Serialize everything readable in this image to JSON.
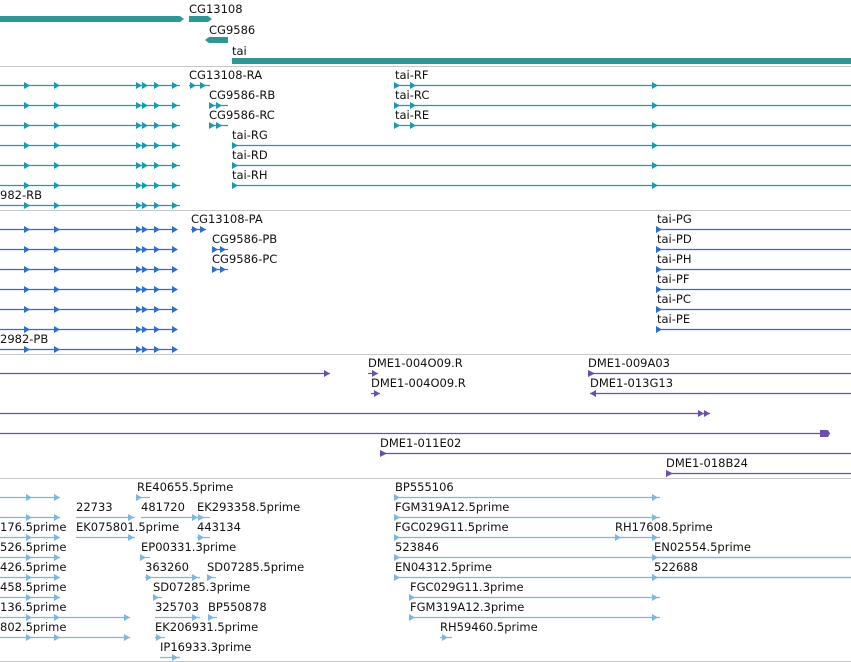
{
  "colors": {
    "gene": "#2f9696",
    "transcript": "#1a99b0",
    "cds": "#2e6fc7",
    "clone": "#6a4fb0",
    "est": "#7fb6dc"
  },
  "tracks": [
    {
      "id": "genes",
      "color": "#2f9696",
      "features": [
        {
          "label": "",
          "line": [
            0,
            180
          ],
          "arrow": "right",
          "thick": true
        },
        {
          "label": "CG13108",
          "line": [
            189,
            208
          ],
          "arrow": "right",
          "thick": true
        },
        {
          "label": "CG9586",
          "line": [
            209,
            228
          ],
          "arrow": "left",
          "thick": true
        },
        {
          "label": "tai",
          "line": [
            232,
            851
          ],
          "arrow": "none",
          "thick": true
        }
      ]
    },
    {
      "id": "transcripts",
      "color": "#1a99b0",
      "features": [
        {
          "label": "",
          "line": [
            0,
            180
          ],
          "marks": [
            28,
            58,
            140,
            146,
            158,
            176
          ]
        },
        {
          "label": "CG13108-RA",
          "line": [
            189,
            210
          ],
          "marks": [
            194,
            204
          ]
        },
        {
          "label": "tai-RF",
          "line": [
            395,
            851
          ],
          "marks": [
            398,
            414,
            656
          ]
        },
        {
          "label": "",
          "line": [
            0,
            180
          ],
          "marks": [
            28,
            58,
            140,
            146,
            158,
            176
          ]
        },
        {
          "label": "CG9586-RB",
          "line": [
            209,
            228
          ],
          "marks": [
            213,
            220
          ]
        },
        {
          "label": "tai-RC",
          "line": [
            395,
            851
          ],
          "marks": [
            398,
            414,
            656
          ]
        },
        {
          "label": "",
          "line": [
            0,
            180
          ],
          "marks": [
            28,
            58,
            140,
            146,
            158,
            176
          ]
        },
        {
          "label": "CG9586-RC",
          "line": [
            209,
            228
          ],
          "marks": [
            213,
            220
          ]
        },
        {
          "label": "tai-RE",
          "line": [
            395,
            851
          ],
          "marks": [
            398,
            414,
            656
          ]
        },
        {
          "label": "",
          "line": [
            0,
            180
          ],
          "marks": [
            28,
            58,
            140,
            146,
            158,
            176
          ]
        },
        {
          "label": "tai-RG",
          "line": [
            232,
            851
          ],
          "marks": [
            236,
            656
          ]
        },
        {
          "label": "",
          "line": [
            0,
            180
          ],
          "marks": [
            28,
            58,
            140,
            146,
            158,
            176
          ]
        },
        {
          "label": "tai-RD",
          "line": [
            232,
            851
          ],
          "marks": [
            236,
            656
          ]
        },
        {
          "label": "",
          "line": [
            0,
            180
          ],
          "marks": [
            28,
            58,
            140,
            146,
            158,
            176
          ]
        },
        {
          "label": "tai-RH",
          "line": [
            232,
            851
          ],
          "marks": [
            236,
            656
          ]
        },
        {
          "label": "982-RB",
          "line": [
            0,
            180
          ],
          "marks": [
            28,
            58,
            140,
            146,
            158,
            176
          ]
        }
      ]
    },
    {
      "id": "cds",
      "color": "#2e6fc7",
      "features": [
        {
          "label": "",
          "line": [
            0,
            176
          ],
          "marks": [
            28,
            58,
            140,
            146,
            158,
            176
          ]
        },
        {
          "label": "CG13108-PA",
          "line": [
            191,
            206
          ],
          "marks": [
            196,
            204
          ]
        },
        {
          "label": "tai-PG",
          "line": [
            657,
            851
          ],
          "marks": [
            660
          ]
        },
        {
          "label": "",
          "line": [
            0,
            176
          ],
          "marks": [
            28,
            58,
            140,
            146,
            158,
            176
          ]
        },
        {
          "label": "CG9586-PB",
          "line": [
            212,
            228
          ],
          "marks": [
            216,
            224
          ]
        },
        {
          "label": "tai-PD",
          "line": [
            657,
            851
          ],
          "marks": [
            660
          ]
        },
        {
          "label": "",
          "line": [
            0,
            176
          ],
          "marks": [
            28,
            58,
            140,
            146,
            158,
            176
          ]
        },
        {
          "label": "CG9586-PC",
          "line": [
            212,
            228
          ],
          "marks": [
            216,
            224
          ]
        },
        {
          "label": "tai-PH",
          "line": [
            657,
            851
          ],
          "marks": [
            660
          ]
        },
        {
          "label": "",
          "line": [
            0,
            176
          ],
          "marks": [
            28,
            58,
            140,
            146,
            158,
            176
          ]
        },
        {
          "label": "tai-PF",
          "line": [
            657,
            851
          ],
          "marks": [
            660
          ]
        },
        {
          "label": "",
          "line": [
            0,
            176
          ],
          "marks": [
            28,
            58,
            140,
            146,
            158,
            176
          ]
        },
        {
          "label": "tai-PC",
          "line": [
            657,
            851
          ],
          "marks": [
            660
          ]
        },
        {
          "label": "",
          "line": [
            0,
            176
          ],
          "marks": [
            28,
            58,
            140,
            146,
            158,
            176
          ]
        },
        {
          "label": "tai-PE",
          "line": [
            657,
            851
          ],
          "marks": [
            660
          ]
        },
        {
          "label": "2982-PB",
          "line": [
            0,
            176
          ],
          "marks": [
            28,
            58,
            140,
            146,
            158,
            176
          ]
        }
      ]
    },
    {
      "id": "clones",
      "color": "#6a4fb0",
      "features": [
        {
          "label": "",
          "line": [
            0,
            330
          ],
          "arrow": "right"
        },
        {
          "label": "DME1-004O09.R",
          "line": [
            368,
            378
          ],
          "arrow": "right"
        },
        {
          "label": "DME1-009A03",
          "line": [
            588,
            851
          ],
          "arrow": "right-start"
        },
        {
          "label": "DME1-004O09.R",
          "line": [
            371,
            380
          ],
          "arrow": "right"
        },
        {
          "label": "DME1-013G13",
          "line": [
            590,
            851
          ],
          "arrow": "left"
        },
        {
          "label": "",
          "line": [
            0,
            710
          ],
          "arrow": "right-double"
        },
        {
          "label": "",
          "line": [
            0,
            830
          ],
          "arrow": "right-block"
        },
        {
          "label": "DME1-011E02",
          "line": [
            380,
            851
          ],
          "arrow": "right-start"
        },
        {
          "label": "DME1-018B24",
          "line": [
            666,
            851
          ],
          "arrow": "right-start"
        }
      ]
    },
    {
      "id": "ests",
      "color": "#7fb6dc",
      "features": [
        {
          "label": "",
          "line": [
            0,
            60
          ],
          "marks": [
            30,
            58
          ]
        },
        {
          "label": "RE40655.5prime",
          "line": [
            137,
            150
          ],
          "marks": [
            140
          ]
        },
        {
          "label": "BP555106",
          "line": [
            395,
            660
          ],
          "marks": [
            398,
            656
          ]
        },
        {
          "label": "",
          "line": [
            0,
            60
          ],
          "marks": [
            30,
            58
          ]
        },
        {
          "label": "22733",
          "line": [
            76,
            135
          ],
          "marks": [
            132
          ]
        },
        {
          "label": "481720",
          "line": [
            141,
            200
          ],
          "marks": [
            196
          ]
        },
        {
          "label": "EK293358.5prime",
          "line": [
            197,
            210
          ],
          "marks": [
            202
          ]
        },
        {
          "label": "FGM319A12.5prime",
          "line": [
            395,
            660
          ],
          "marks": [
            398,
            656
          ]
        },
        {
          "label": "176.5prime",
          "line": [
            0,
            60
          ],
          "marks": [
            30,
            58
          ]
        },
        {
          "label": "EK075801.5prime",
          "line": [
            76,
            135
          ],
          "marks": [
            132
          ]
        },
        {
          "label": "443134",
          "line": [
            197,
            210
          ],
          "marks": [
            202
          ]
        },
        {
          "label": "FGC029G11.5prime",
          "line": [
            395,
            660
          ],
          "marks": [
            398,
            656
          ]
        },
        {
          "label": "RH17608.5prime",
          "line": [
            615,
            624
          ],
          "marks": [
            619
          ]
        },
        {
          "label": "526.5prime",
          "line": [
            0,
            60
          ],
          "marks": [
            30,
            58
          ]
        },
        {
          "label": "EP00331.3prime",
          "line": [
            141,
            150
          ],
          "marks": [
            144
          ]
        },
        {
          "label": "523846",
          "line": [
            395,
            851
          ],
          "marks": [
            398,
            656
          ]
        },
        {
          "label": "EN02554.5prime",
          "line": [
            654,
            851
          ],
          "marks": [
            656
          ]
        },
        {
          "label": "426.5prime",
          "line": [
            0,
            60
          ],
          "marks": [
            30,
            58
          ]
        },
        {
          "label": "363260",
          "line": [
            145,
            200
          ],
          "marks": [
            150,
            196
          ]
        },
        {
          "label": "SD07285.5prime",
          "line": [
            207,
            216
          ],
          "marks": [
            211
          ]
        },
        {
          "label": "EN04312.5prime",
          "line": [
            395,
            851
          ],
          "marks": [
            398,
            656
          ]
        },
        {
          "label": "522688",
          "line": [
            654,
            851
          ],
          "marks": [
            656
          ]
        },
        {
          "label": "458.5prime",
          "line": [
            0,
            60
          ],
          "marks": [
            30,
            58
          ]
        },
        {
          "label": "SD07285.3prime",
          "line": [
            153,
            162
          ],
          "marks": [
            157
          ]
        },
        {
          "label": "FGC029G11.3prime",
          "line": [
            410,
            660
          ],
          "marks": [
            413,
            656
          ]
        },
        {
          "label": "136.5prime",
          "line": [
            0,
            130
          ],
          "marks": [
            30,
            58,
            128
          ]
        },
        {
          "label": "325703",
          "line": [
            155,
            200
          ],
          "marks": [
            196
          ]
        },
        {
          "label": "BP550878",
          "line": [
            208,
            217
          ],
          "marks": [
            212
          ]
        },
        {
          "label": "FGM319A12.3prime",
          "line": [
            410,
            660
          ],
          "marks": [
            413,
            656
          ]
        },
        {
          "label": "802.5prime",
          "line": [
            0,
            130
          ],
          "marks": [
            30,
            58,
            128
          ]
        },
        {
          "label": "EK206931.5prime",
          "line": [
            155,
            165
          ],
          "marks": [
            160
          ]
        },
        {
          "label": "RH59460.5prime",
          "line": [
            440,
            452
          ],
          "marks": [
            446
          ]
        },
        {
          "label": "IP16933.3prime",
          "line": [
            160,
            180
          ],
          "marks": [
            176
          ]
        }
      ]
    }
  ]
}
